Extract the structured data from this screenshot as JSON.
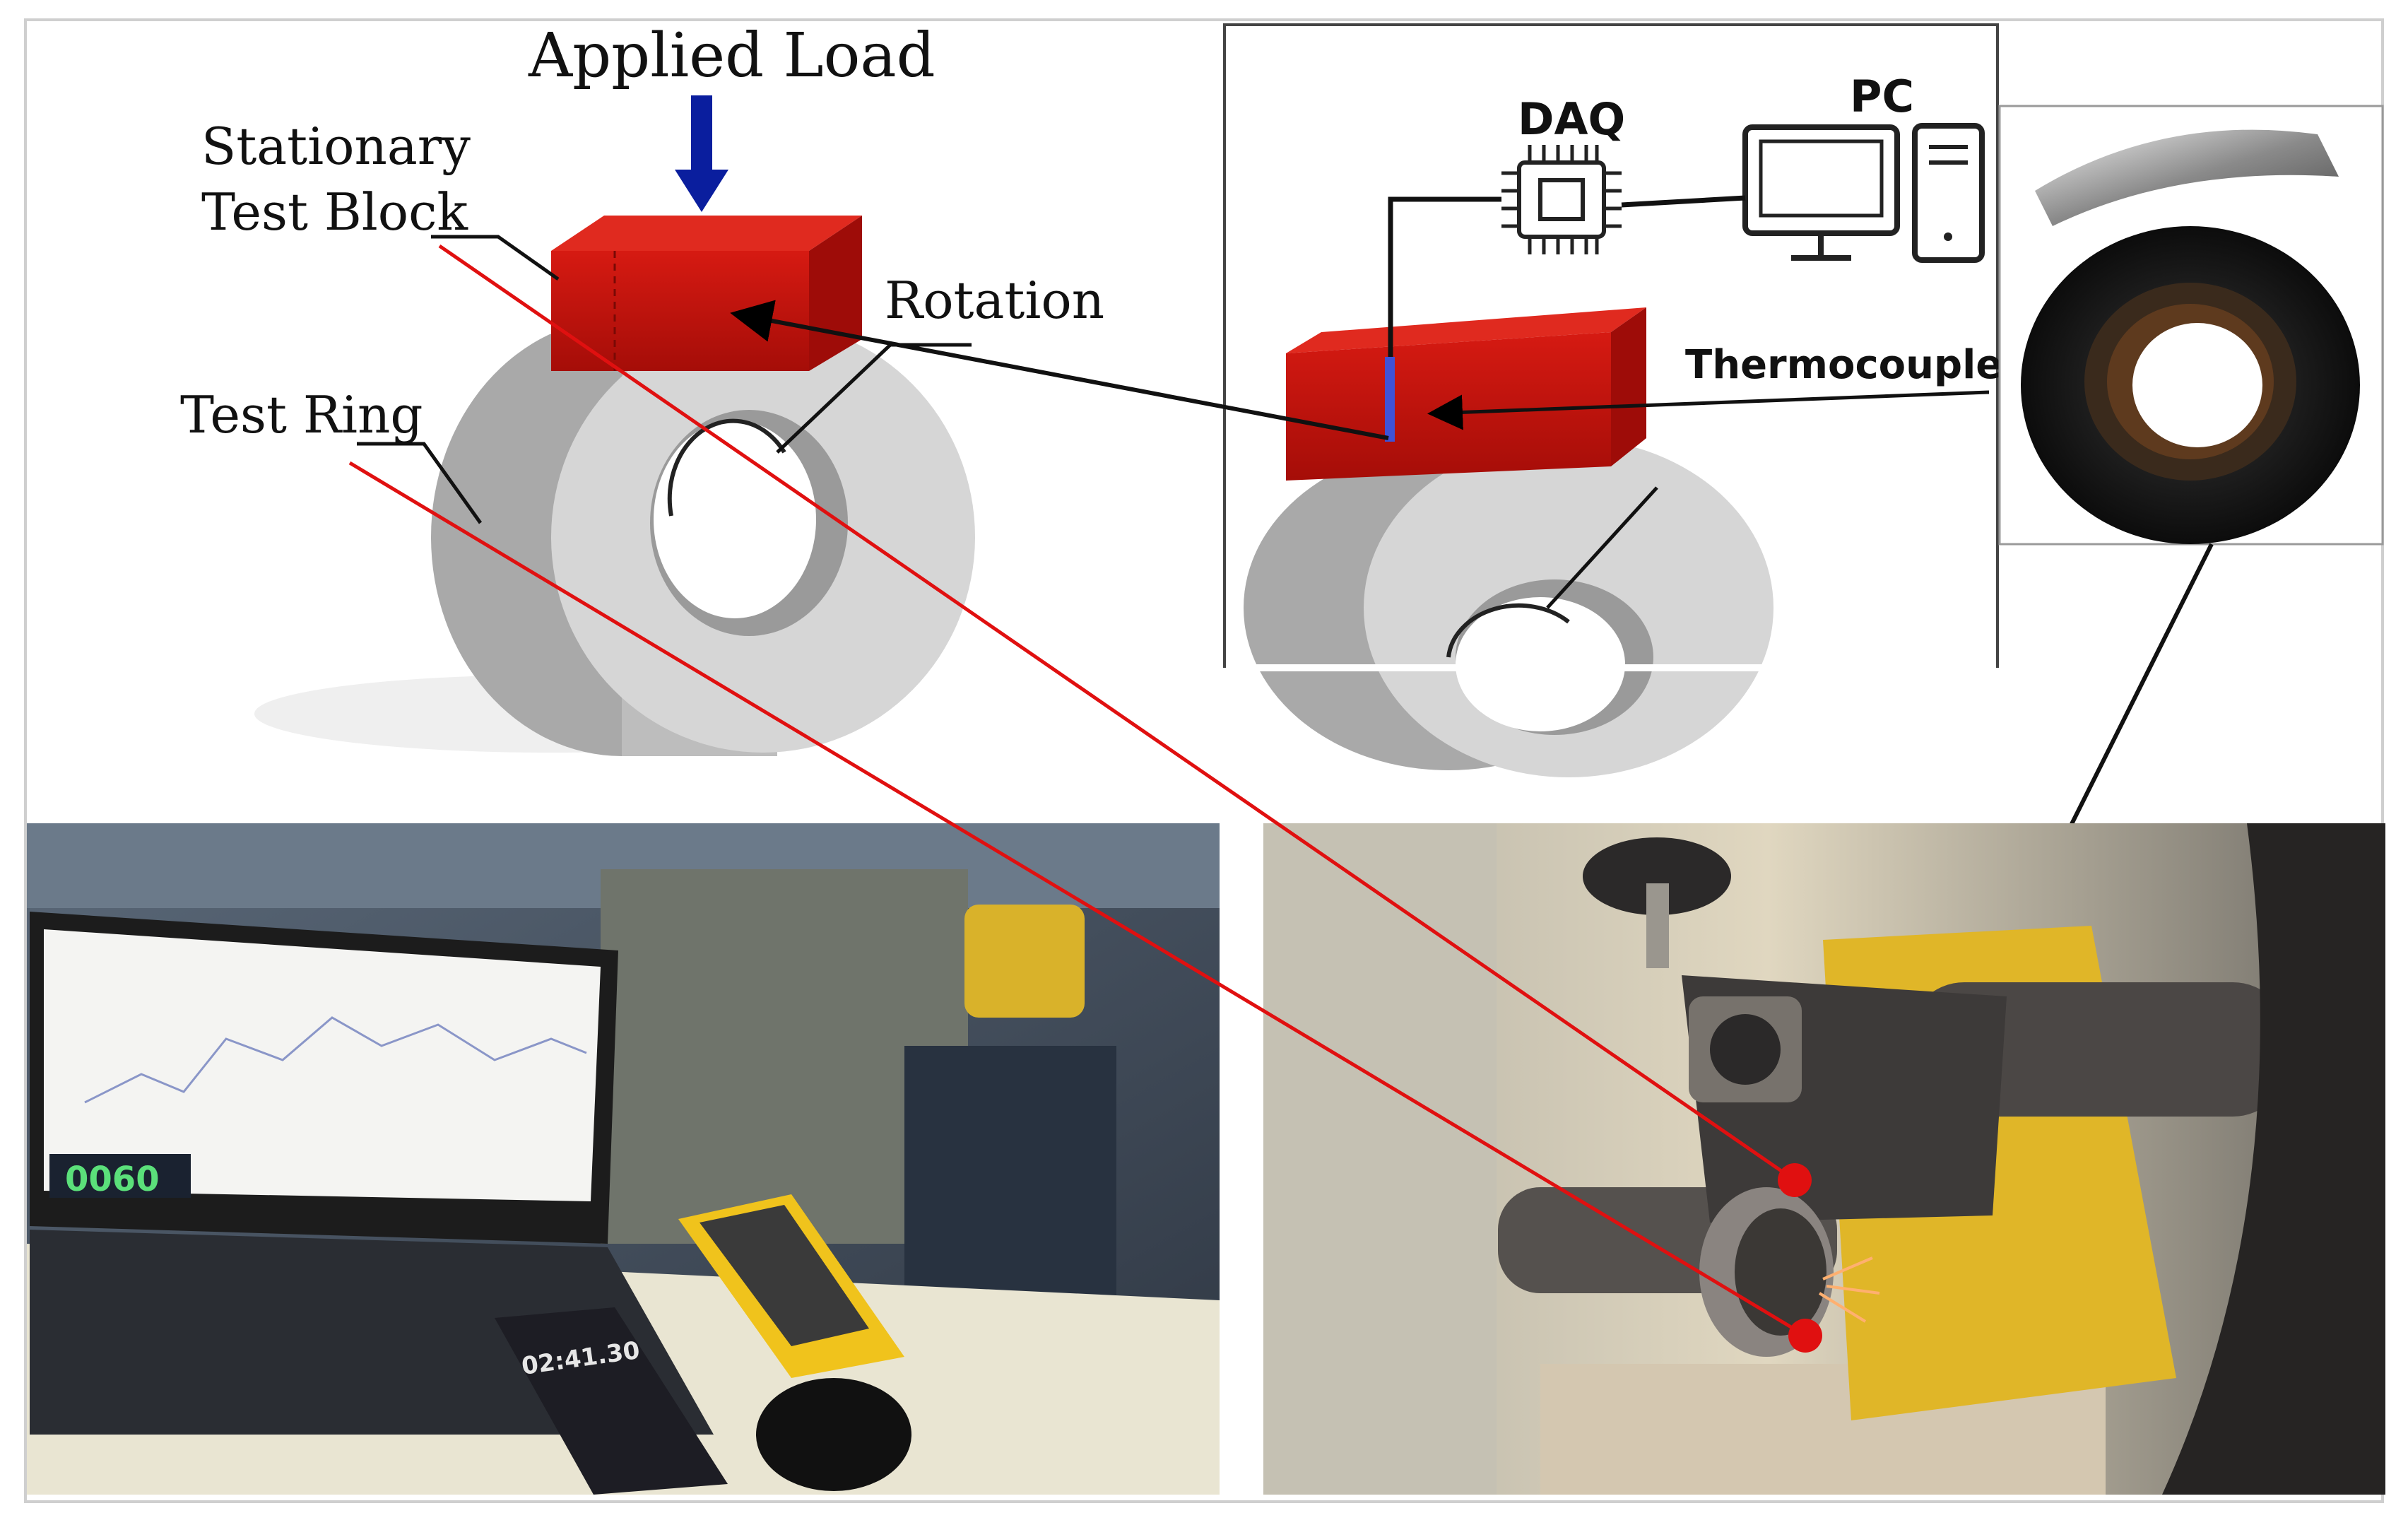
{
  "labels": {
    "applied_load": "Applied Load",
    "stationary_line1": "Stationary",
    "stationary_line2": "Test Block",
    "rotation": "Rotation",
    "test_ring": "Test Ring",
    "daq": "DAQ",
    "pc": "PC",
    "thermocouple": "Thermocouple"
  },
  "photo_text": {
    "meter_reading": "0060",
    "phone_time": "02:41.30"
  },
  "colors": {
    "block_red": "#c8140e",
    "load_arrow": "#0a1e9e",
    "connector_red": "#e01010",
    "ring_gray": "#d6d6d6"
  }
}
